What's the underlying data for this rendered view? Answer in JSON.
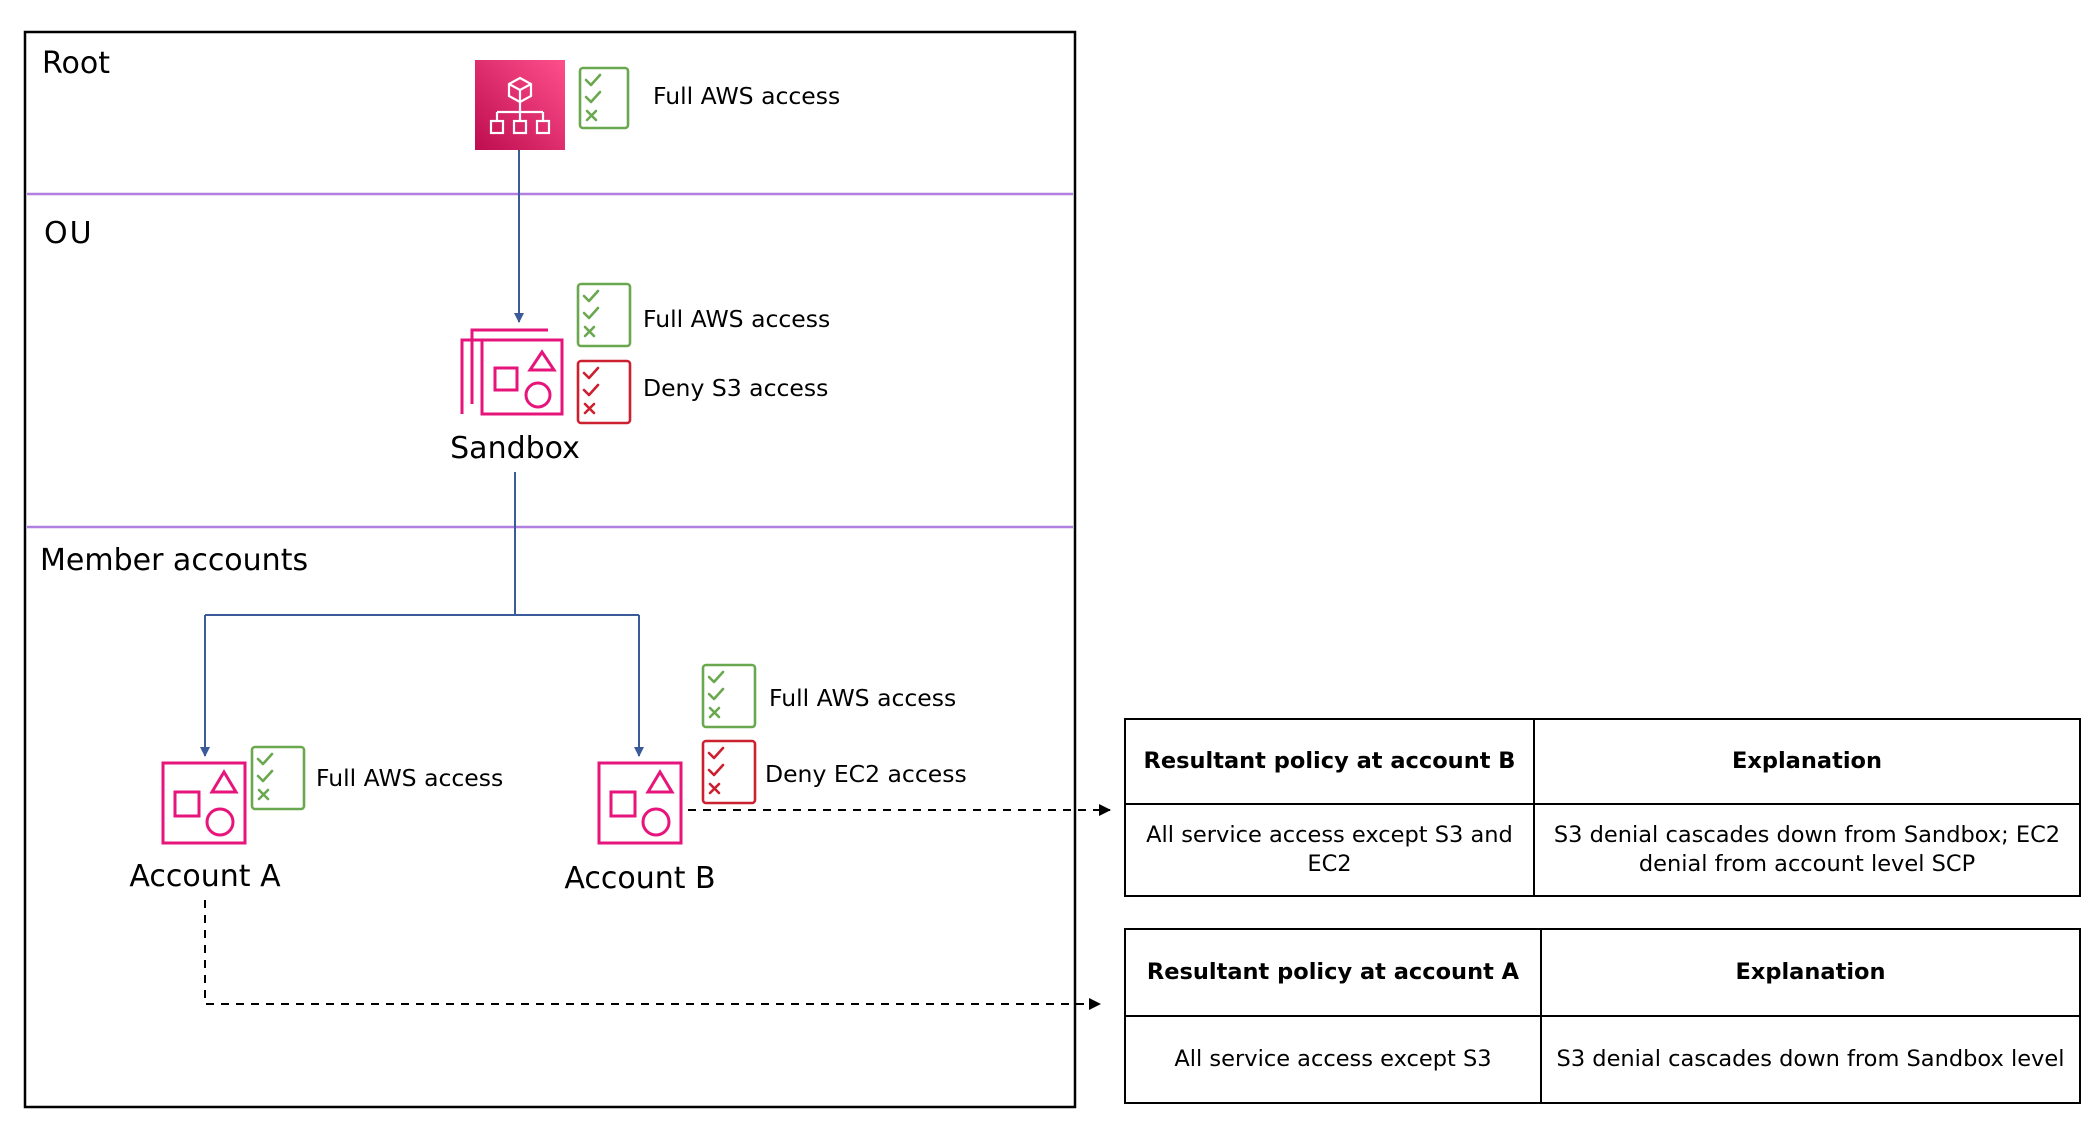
{
  "sections": {
    "root": "Root",
    "ou": "OU",
    "members": "Member accounts"
  },
  "nodes": {
    "sandbox": "Sandbox",
    "account_a": "Account A",
    "account_b": "Account B"
  },
  "policies": {
    "root_full": "Full AWS access",
    "ou_full": "Full AWS access",
    "ou_deny": "Deny S3 access",
    "a_full": "Full AWS access",
    "b_full": "Full AWS access",
    "b_deny": "Deny EC2 access"
  },
  "table_b": {
    "header": [
      "Resultant policy at account B",
      "Explanation"
    ],
    "row": [
      "All service access except S3 and EC2",
      "S3 denial cascades down from Sandbox; EC2 denial from account level SCP"
    ]
  },
  "table_a": {
    "header": [
      "Resultant policy at account A",
      "Explanation"
    ],
    "row": [
      "All service access except S3",
      "S3 denial cascades down from Sandbox level"
    ]
  },
  "colors": {
    "allow": "#6aa84f",
    "deny": "#cc2030",
    "account": "#e7157b",
    "connector": "#3a5a9a",
    "divider": "#b07fe0"
  },
  "icons": {
    "root": "organizations-icon",
    "sandbox": "organizational-unit-icon",
    "account": "account-icon",
    "allow_policy": "allow-policy-icon",
    "deny_policy": "deny-policy-icon"
  }
}
